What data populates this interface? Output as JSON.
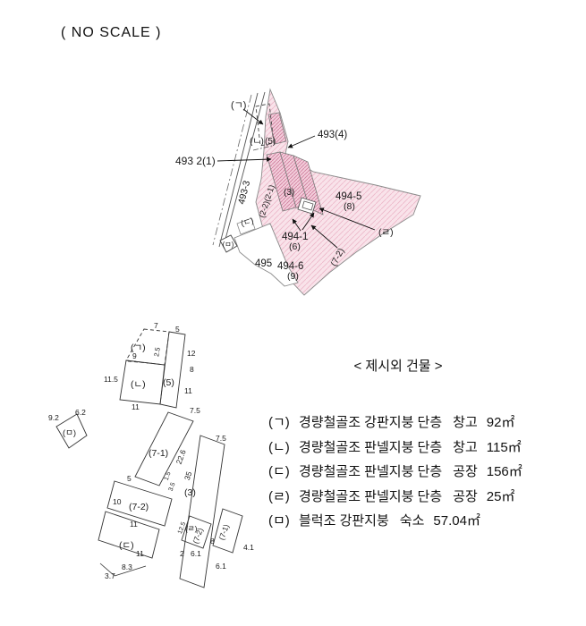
{
  "page": {
    "scale_note": "( NO SCALE )"
  },
  "site_plan": {
    "labels": {
      "g": "(ㄱ)",
      "n": "(ㄴ)",
      "u5": "(5)",
      "p493_4": "493(4)",
      "p493_2_1": "493 2(1)",
      "p493_3": "493-3",
      "units21": "(2-2)(2-1)",
      "u3": "(3)",
      "p494_5": "494-5",
      "p494_5u": "(8)",
      "d": "(ㄷ)",
      "m": "(ㅁ)",
      "p495": "495",
      "p494_1": "494-1",
      "p494_1u": "(6)",
      "r": "(ㄹ)",
      "u7_2": "(7-2)",
      "p494_6": "494-6",
      "p494_6u": "(9)"
    },
    "colors": {
      "parcel_fill": "#f9e3ea",
      "hatch": "#edb7c9",
      "building_fill": "#f3cddb",
      "building_hatch": "#cf7f9e"
    }
  },
  "floor_plan": {
    "labels": {
      "g": "(ㄱ)",
      "n": "(ㄴ)",
      "u5": "(5)",
      "m": "(ㅁ)",
      "u7_1": "(7-1)",
      "u3": "(3)",
      "u7_2": "(7-2)",
      "d": "(ㄷ)",
      "r": "(ㄹ)",
      "r7_2v": "(7-2)",
      "r7_1v": "(7-1)"
    },
    "dims": {
      "d7": "7",
      "d5": "5",
      "d12": "12",
      "d8": "8",
      "d11r": "11",
      "d7_5a": "7.5",
      "d9": "9",
      "d2_5": "2.5",
      "d11_5": "11.5",
      "d11b": "11",
      "d9_2": "9.2",
      "d6_2": "6.2",
      "d22_6": "22.6",
      "d7_5b": "7.5",
      "d35": "35",
      "d5b": "5",
      "d10": "10",
      "d11c": "11",
      "d11d": "11",
      "d8_3": "8.3",
      "d3_7": "3.7",
      "d1_5": "1.5",
      "d3_5": "3.5",
      "d12_5": "12.5",
      "d2": "2",
      "d6_1a": "6.1",
      "d8b": "8",
      "d6_1b": "6.1",
      "d4_1": "4.1"
    }
  },
  "legend": {
    "title": "< 제시외 건물 >",
    "items": [
      {
        "label": "(ㄱ)",
        "desc": "경량철골조 강판지붕 단층",
        "use": "창고",
        "area": "92㎡"
      },
      {
        "label": "(ㄴ)",
        "desc": "경량철골조 판넬지붕 단층",
        "use": "창고",
        "area": "115㎡"
      },
      {
        "label": "(ㄷ)",
        "desc": "경량철골조 판넬지붕 단층",
        "use": "공장",
        "area": "156㎡"
      },
      {
        "label": "(ㄹ)",
        "desc": "경량철골조 판넬지붕 단층",
        "use": "공장",
        "area": "25㎡"
      },
      {
        "label": "(ㅁ)",
        "desc": "블럭조 강판지붕",
        "use": "숙소",
        "area": "57.04㎡"
      }
    ]
  }
}
